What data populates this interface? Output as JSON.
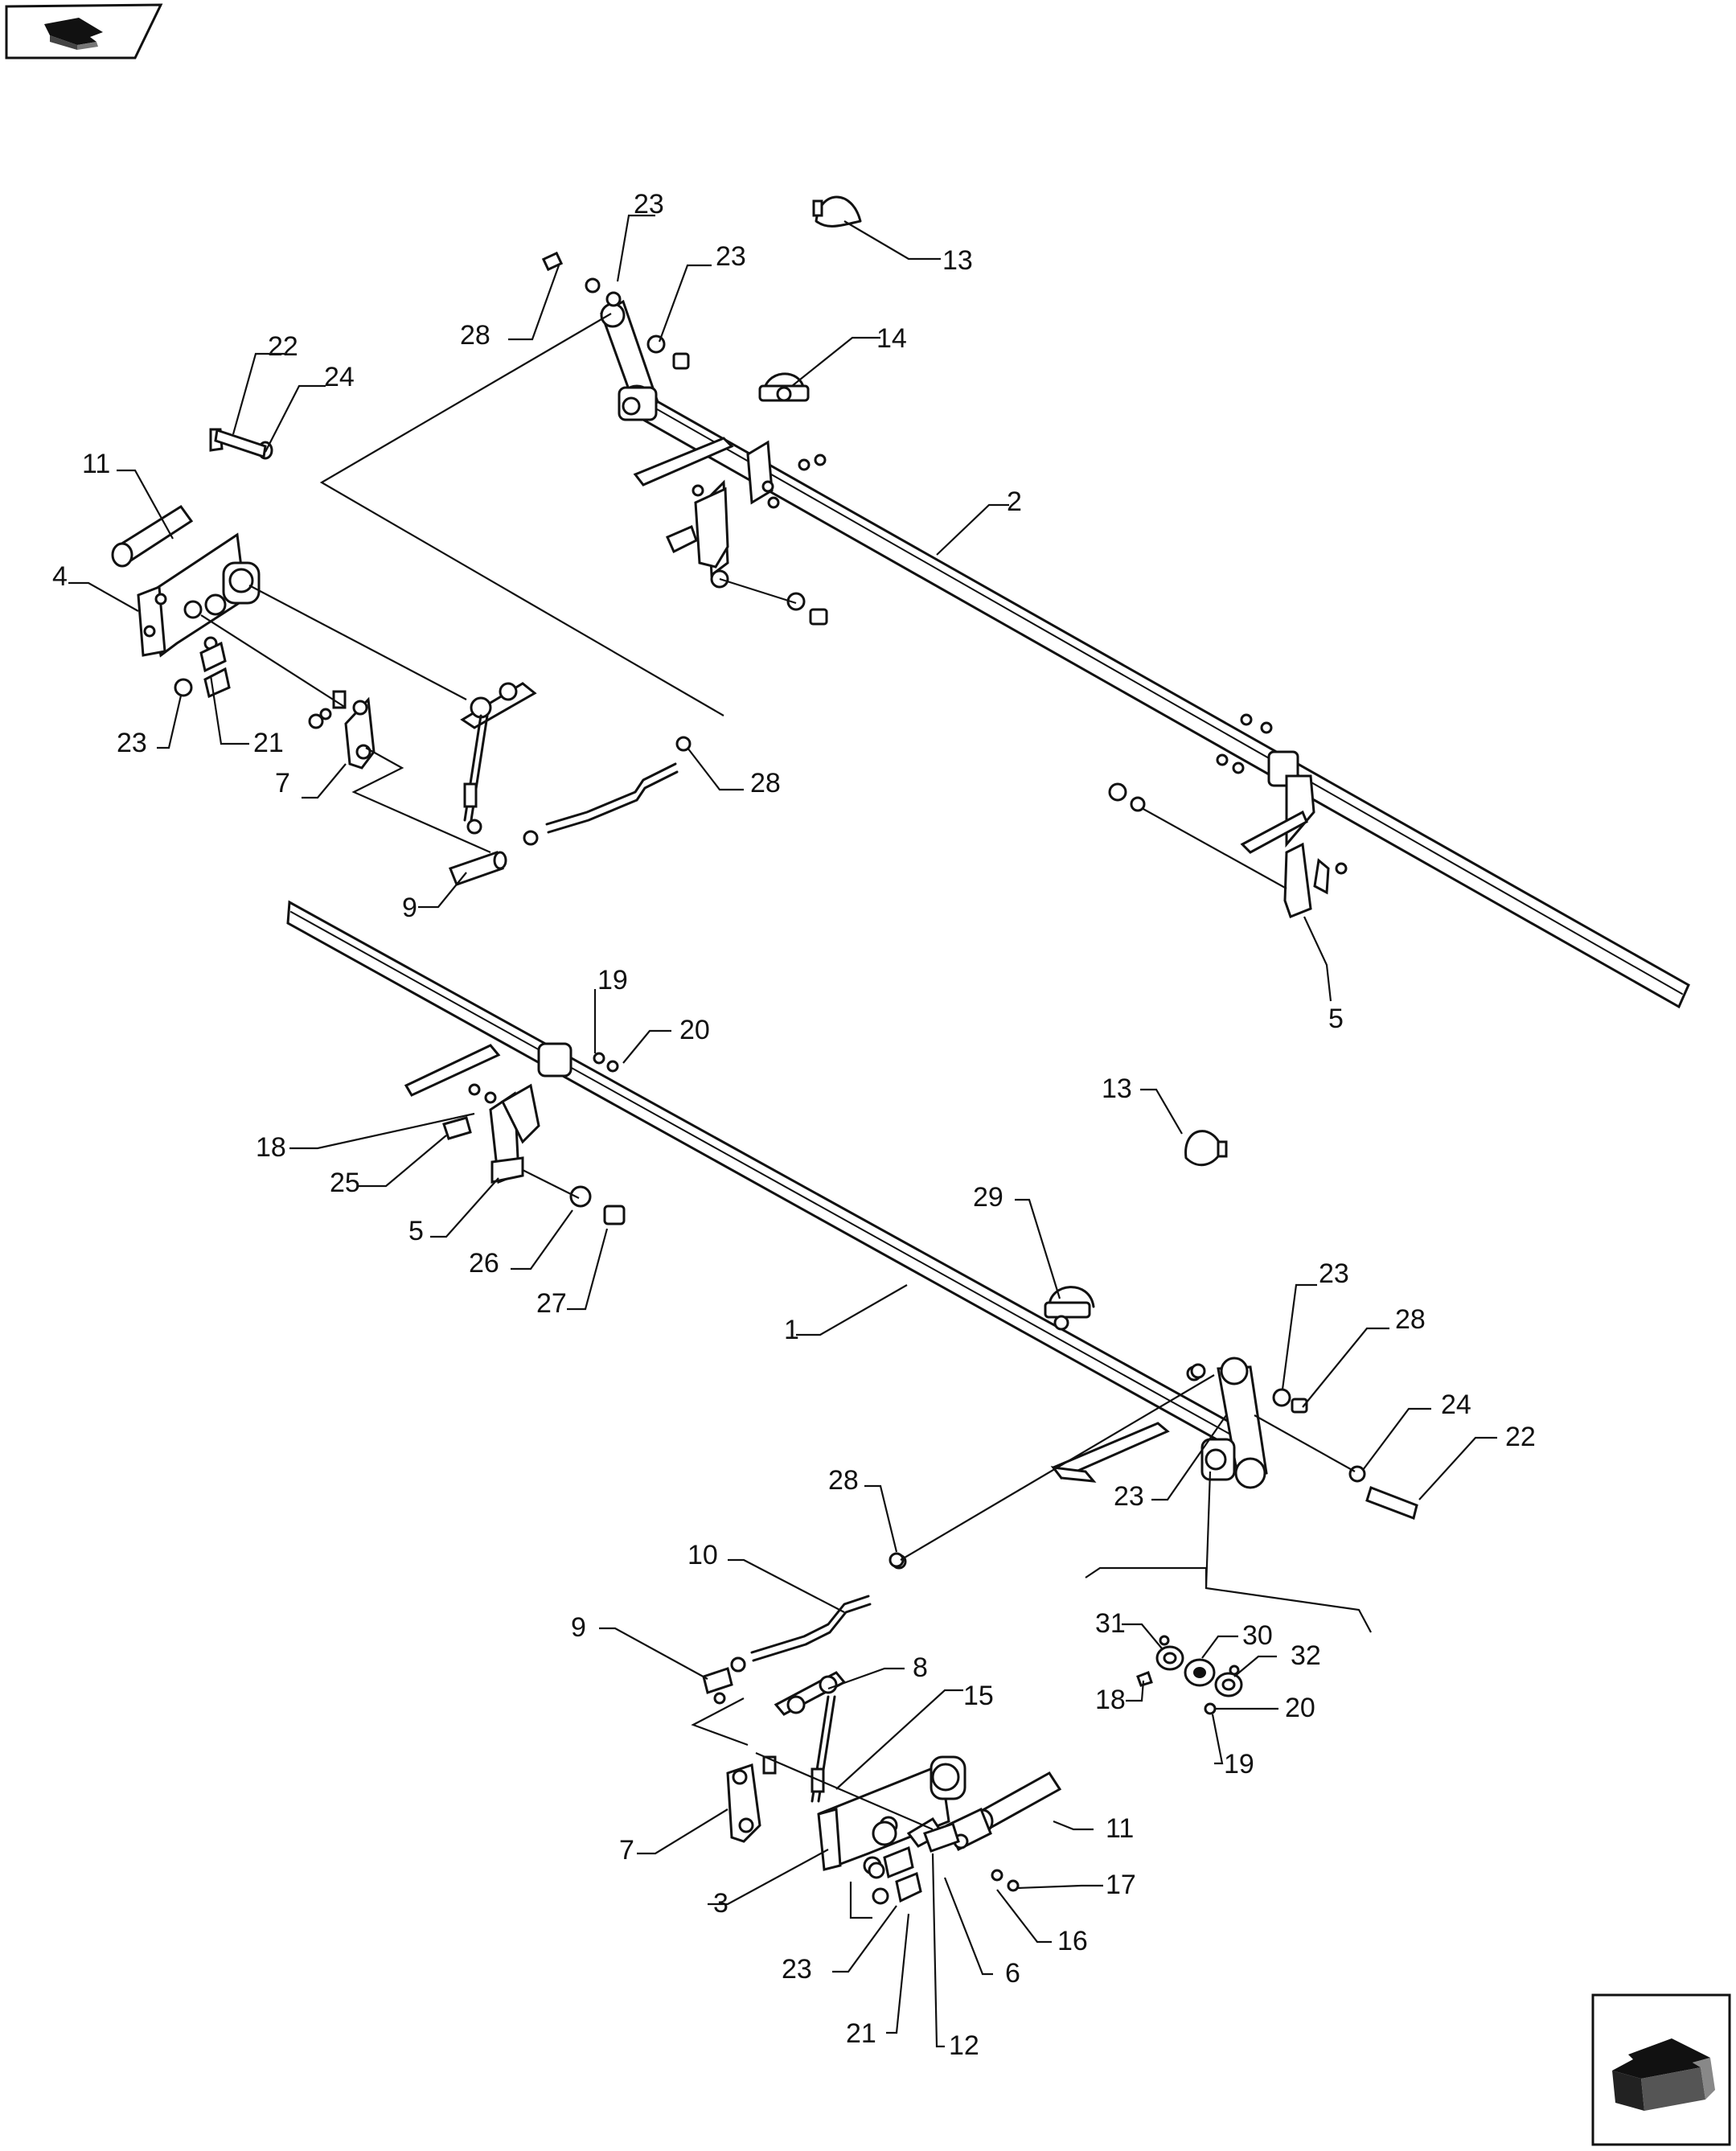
{
  "navigation": {
    "back_icon": "return-arrow-icon",
    "forward_icon": "next-page-arrow-icon"
  },
  "callouts": [
    {
      "id": "c1",
      "label": "23"
    },
    {
      "id": "c2",
      "label": "13"
    },
    {
      "id": "c3",
      "label": "23"
    },
    {
      "id": "c4",
      "label": "28"
    },
    {
      "id": "c5",
      "label": "14"
    },
    {
      "id": "c6",
      "label": "22"
    },
    {
      "id": "c7",
      "label": "24"
    },
    {
      "id": "c8",
      "label": "11"
    },
    {
      "id": "c9",
      "label": "2"
    },
    {
      "id": "c10",
      "label": "4"
    },
    {
      "id": "c11",
      "label": "23"
    },
    {
      "id": "c12",
      "label": "21"
    },
    {
      "id": "c13",
      "label": "7"
    },
    {
      "id": "c14",
      "label": "28"
    },
    {
      "id": "c15",
      "label": "9"
    },
    {
      "id": "c16",
      "label": "5"
    },
    {
      "id": "c17",
      "label": "19"
    },
    {
      "id": "c18",
      "label": "20"
    },
    {
      "id": "c19",
      "label": "13"
    },
    {
      "id": "c20",
      "label": "18"
    },
    {
      "id": "c21",
      "label": "25"
    },
    {
      "id": "c22",
      "label": "5"
    },
    {
      "id": "c23",
      "label": "26"
    },
    {
      "id": "c24",
      "label": "29"
    },
    {
      "id": "c25",
      "label": "27"
    },
    {
      "id": "c26",
      "label": "23"
    },
    {
      "id": "c27",
      "label": "28"
    },
    {
      "id": "c28",
      "label": "1"
    },
    {
      "id": "c29",
      "label": "24"
    },
    {
      "id": "c30",
      "label": "22"
    },
    {
      "id": "c31",
      "label": "23"
    },
    {
      "id": "c32",
      "label": "28"
    },
    {
      "id": "c33",
      "label": "10"
    },
    {
      "id": "c34",
      "label": "9"
    },
    {
      "id": "c35",
      "label": "8"
    },
    {
      "id": "c36",
      "label": "31"
    },
    {
      "id": "c37",
      "label": "30"
    },
    {
      "id": "c38",
      "label": "15"
    },
    {
      "id": "c39",
      "label": "32"
    },
    {
      "id": "c40",
      "label": "18"
    },
    {
      "id": "c41",
      "label": "20"
    },
    {
      "id": "c42",
      "label": "19"
    },
    {
      "id": "c43",
      "label": "11"
    },
    {
      "id": "c44",
      "label": "7"
    },
    {
      "id": "c45",
      "label": "17"
    },
    {
      "id": "c46",
      "label": "3"
    },
    {
      "id": "c47",
      "label": "16"
    },
    {
      "id": "c48",
      "label": "23"
    },
    {
      "id": "c49",
      "label": "6"
    },
    {
      "id": "c50",
      "label": "21"
    },
    {
      "id": "c51",
      "label": "12"
    }
  ]
}
